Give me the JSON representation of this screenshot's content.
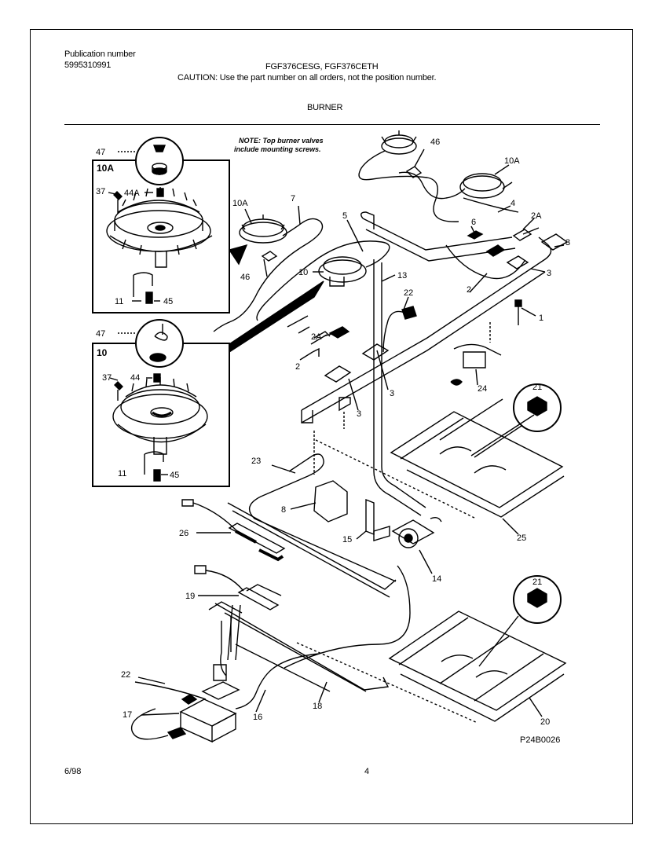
{
  "header": {
    "publication_label": "Publication number",
    "publication_number": "5995310991",
    "models": "FGF376CESG, FGF376CETH",
    "caution": "CAUTION:  Use the part number on all orders, not the position number.",
    "section_title": "BURNER"
  },
  "note": {
    "line1": "NOTE: Top burner valves",
    "line2": "include mounting screws."
  },
  "inset_top": {
    "tag": "10A",
    "callouts": [
      "47",
      "37",
      "44A",
      "11",
      "45"
    ]
  },
  "inset_bottom": {
    "tag": "10",
    "callouts": [
      "47",
      "37",
      "44",
      "11",
      "45"
    ]
  },
  "callouts": {
    "c46a": "46",
    "c10a_right": "10A",
    "c4": "4",
    "c2a_right": "2A",
    "c3_a": "3",
    "c3_b": "3",
    "c6": "6",
    "c10a_left": "10A",
    "c7": "7",
    "c5": "5",
    "c46b": "46",
    "c10": "10",
    "c13": "13",
    "c22_top": "22",
    "c2_right": "2",
    "c1": "1",
    "c2a_left": "2A",
    "c2_left": "2",
    "c3_c": "3",
    "c3_d": "3",
    "c24": "24",
    "c21_top": "21",
    "c23": "23",
    "c8": "8",
    "c26": "26",
    "c15": "15",
    "c25": "25",
    "c14": "14",
    "c19": "19",
    "c21_bottom": "21",
    "c22_bottom": "22",
    "c17": "17",
    "c16": "16",
    "c18": "18",
    "c20": "20"
  },
  "figure_id": "P24B0026",
  "footer": {
    "date": "6/98",
    "page": "4"
  }
}
